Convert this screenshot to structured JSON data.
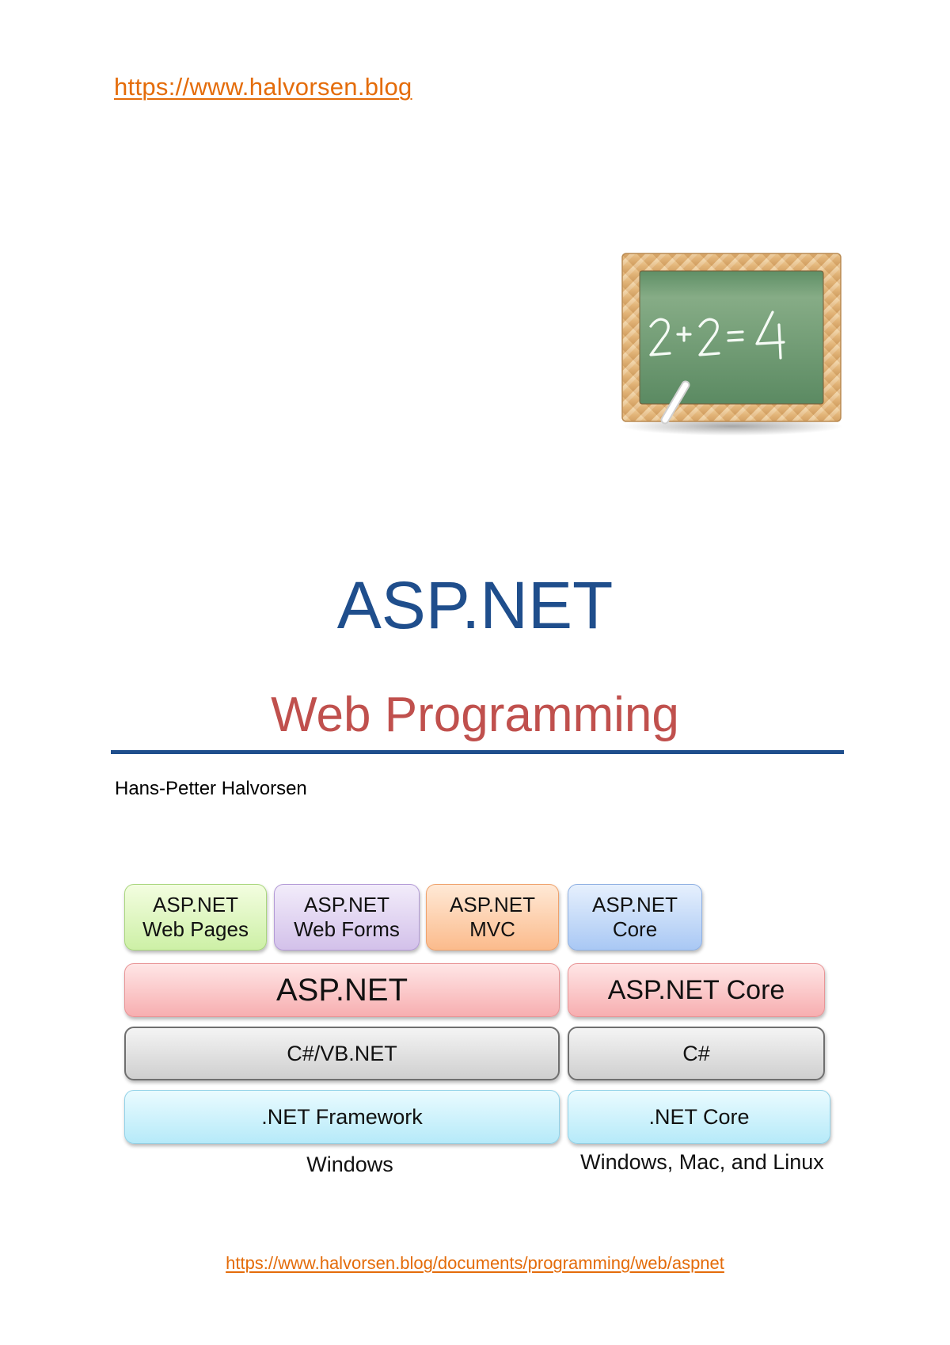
{
  "header": {
    "link_text": "https://www.halvorsen.blog",
    "link_color": "#e46c0a"
  },
  "illustration": {
    "icon": "chalkboard-icon",
    "chalk_text": "2+2=4"
  },
  "cover": {
    "title": "ASP.NET",
    "title_color": "#1f4e8c",
    "subtitle": "Web Programming",
    "subtitle_color": "#c0504d",
    "author": "Hans-Petter Halvorsen"
  },
  "diagram": {
    "frameworks": [
      {
        "line1": "ASP.NET",
        "line2": "Web Pages",
        "color": "green"
      },
      {
        "line1": "ASP.NET",
        "line2": "Web Forms",
        "color": "purple"
      },
      {
        "line1": "ASP.NET",
        "line2": "MVC",
        "color": "orange"
      },
      {
        "line1": "ASP.NET",
        "line2": "Core",
        "color": "blue"
      }
    ],
    "left_stack": {
      "platform": "ASP.NET",
      "language": "C#/VB.NET",
      "runtime": ".NET Framework",
      "os": "Windows"
    },
    "right_stack": {
      "platform": "ASP.NET Core",
      "language": "C#",
      "runtime": ".NET Core",
      "os": "Windows, Mac, and Linux"
    }
  },
  "footer": {
    "link_text": "https://www.halvorsen.blog/documents/programming/web/aspnet"
  }
}
